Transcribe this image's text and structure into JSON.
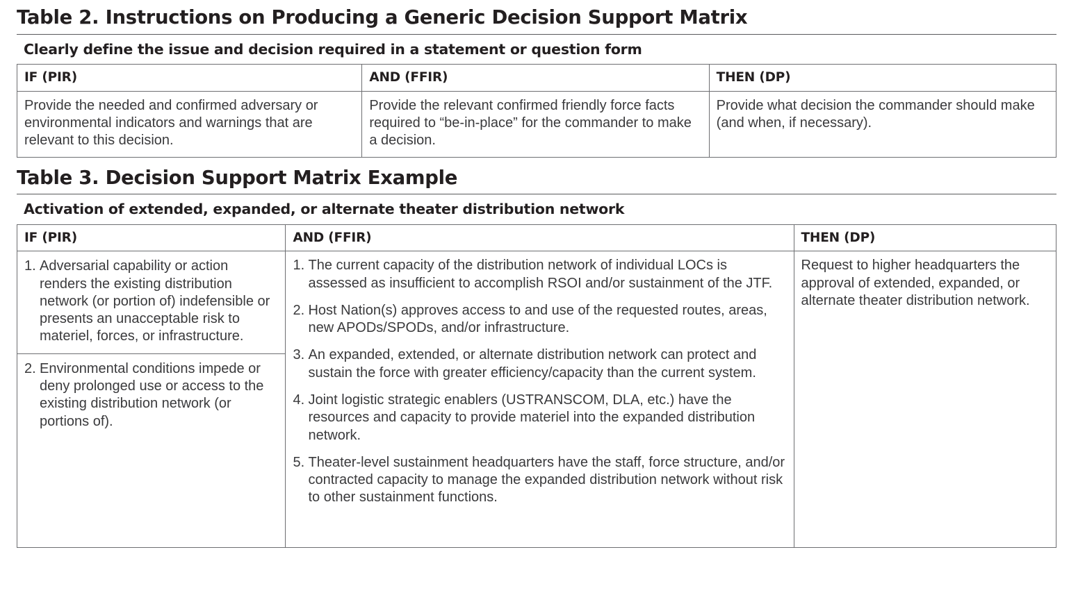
{
  "document": {
    "tables": [
      {
        "id": "table-2",
        "title": "Table 2. Instructions on Producing a Generic Decision Support Matrix",
        "caption": "Clearly define the issue and decision required in a statement or question form",
        "columns": [
          {
            "header": "IF (PIR)",
            "text": "Provide the needed and confirmed adversary or environmental indicators and warnings that are relevant to this decision."
          },
          {
            "header": "AND (FFIR)",
            "text": "Provide the relevant confirmed friendly force facts required to “be-in-place” for the commander to make a decision."
          },
          {
            "header": "THEN (DP)",
            "text": "Provide what decision the commander should make (and when, if necessary)."
          }
        ]
      },
      {
        "id": "table-3",
        "title": "Table 3. Decision Support Matrix Example",
        "caption": "Activation of extended, expanded, or alternate theater distribution network",
        "columns": [
          {
            "header": "IF (PIR)",
            "items": [
              {
                "num": "1.",
                "text": "Adversarial capability or action renders the existing distribution network (or portion of) indefensible or presents an unacceptable risk to materiel, forces, or infrastructure."
              },
              {
                "num": "2.",
                "text": "Environmental conditions impede or deny prolonged use or access to the existing distribution network (or portions of)."
              }
            ]
          },
          {
            "header": "AND (FFIR)",
            "items": [
              {
                "num": "1.",
                "text": "The current capacity of the distribution network of individual LOCs is assessed as insufficient to accomplish RSOI and/or sustainment of the JTF."
              },
              {
                "num": "2.",
                "text": "Host Nation(s) approves access to and use of the requested routes, areas, new APODs/SPODs, and/or infrastructure."
              },
              {
                "num": "3.",
                "text": "An expanded, extended, or alternate distribution network can protect and sustain the force with greater efficiency/capacity than the current system."
              },
              {
                "num": "4.",
                "text": "Joint logistic strategic enablers (USTRANSCOM, DLA, etc.) have the resources and capacity to provide materiel into the expanded distribution network."
              },
              {
                "num": "5.",
                "text": "Theater-level sustainment headquarters have the staff, force structure, and/or contracted capacity to manage the expanded distribution network without risk to other sustainment functions."
              }
            ]
          },
          {
            "header": "THEN (DP)",
            "text": "Request to higher headquarters the approval of extended, expanded, or alternate theater distribution network."
          }
        ]
      }
    ]
  },
  "colors": {
    "text": "#231f20",
    "body_text": "#3a3a3c",
    "rule": "#58595b",
    "cell_border": "#6d6e71",
    "background": "#ffffff"
  }
}
